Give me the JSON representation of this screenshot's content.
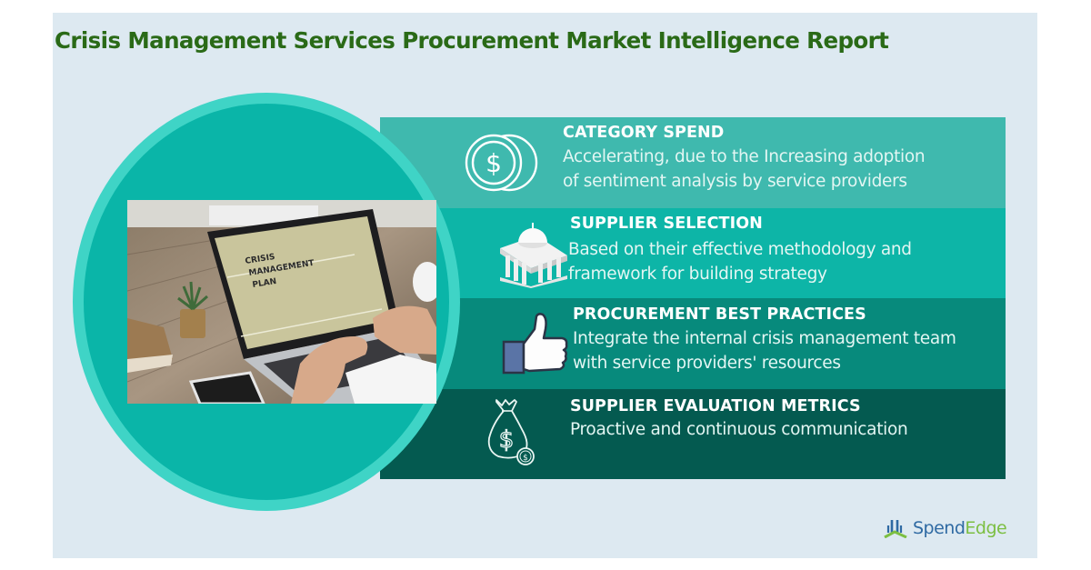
{
  "title": "Crisis Management Services Procurement Market Intelligence Report",
  "colors": {
    "background": "#dde9f1",
    "title": "#2a6a17",
    "circle_ring": "#3fd4c6",
    "circle_fill": "#0ab5a8",
    "band_1": "#3fb9ae",
    "band_2": "#0db5a7",
    "band_3": "#078a7c",
    "band_4": "#045a50",
    "logo_blue": "#2f6aa3",
    "logo_green": "#7cbf42"
  },
  "photo": {
    "screen_text": [
      "CRISIS",
      "MANAGEMENT",
      "PLAN"
    ]
  },
  "sections": [
    {
      "icon": "coins-dollar-icon",
      "heading": "CATEGORY SPEND",
      "lines": [
        "Accelerating, due to the Increasing adoption",
        "of sentiment analysis by service providers"
      ]
    },
    {
      "icon": "building-dome-icon",
      "heading": "SUPPLIER SELECTION",
      "lines": [
        "Based on their effective methodology and",
        "framework for building strategy"
      ]
    },
    {
      "icon": "thumbs-up-icon",
      "heading": "PROCUREMENT BEST PRACTICES",
      "lines": [
        "Integrate the internal crisis management team",
        "with service providers' resources"
      ]
    },
    {
      "icon": "money-bag-icon",
      "heading": "SUPPLIER EVALUATION METRICS",
      "lines": [
        "Proactive and continuous communication"
      ]
    }
  ],
  "logo": {
    "part1": "Spend",
    "part2": "Edge"
  }
}
